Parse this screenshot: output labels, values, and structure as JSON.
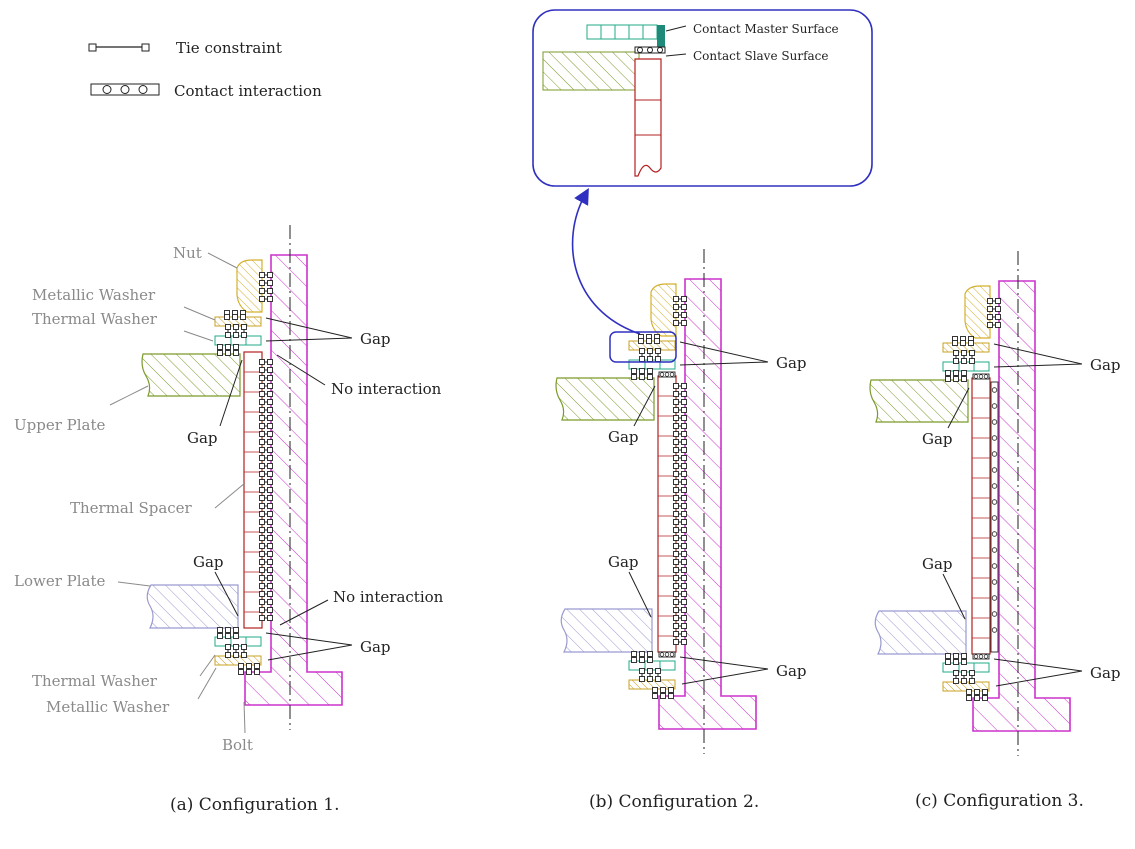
{
  "legend": {
    "tie": "Tie constraint",
    "contact": "Contact interaction"
  },
  "inset": {
    "master": "Contact Master Surface",
    "slave": "Contact Slave Surface"
  },
  "parts": {
    "nut": "Nut",
    "metallic_washer": "Metallic Washer",
    "thermal_washer": "Thermal Washer",
    "upper_plate": "Upper Plate",
    "thermal_spacer": "Thermal Spacer",
    "lower_plate": "Lower Plate",
    "thermal_washer_bottom": "Thermal Washer",
    "metallic_washer_bottom": "Metallic Washer",
    "bolt": "Bolt"
  },
  "annotations": {
    "gap": "Gap",
    "no_interaction": "No interaction"
  },
  "captions": [
    "(a) Configuration 1.",
    "(b) Configuration 2.",
    "(c) Configuration 3."
  ],
  "colors": {
    "bolt": "#cc33cc",
    "spacer": "#b32020",
    "washer_thermal": "#22aa88",
    "washer_metal": "#c8a020",
    "plate_upper": "#7a9a2a",
    "plate_lower": "#9a9ad0",
    "inset_border": "#3030c0",
    "label_grey": "#8a8a8a"
  },
  "icons": [
    "tie-constraint-icon",
    "contact-interaction-icon",
    "curved-arrow-icon"
  ]
}
